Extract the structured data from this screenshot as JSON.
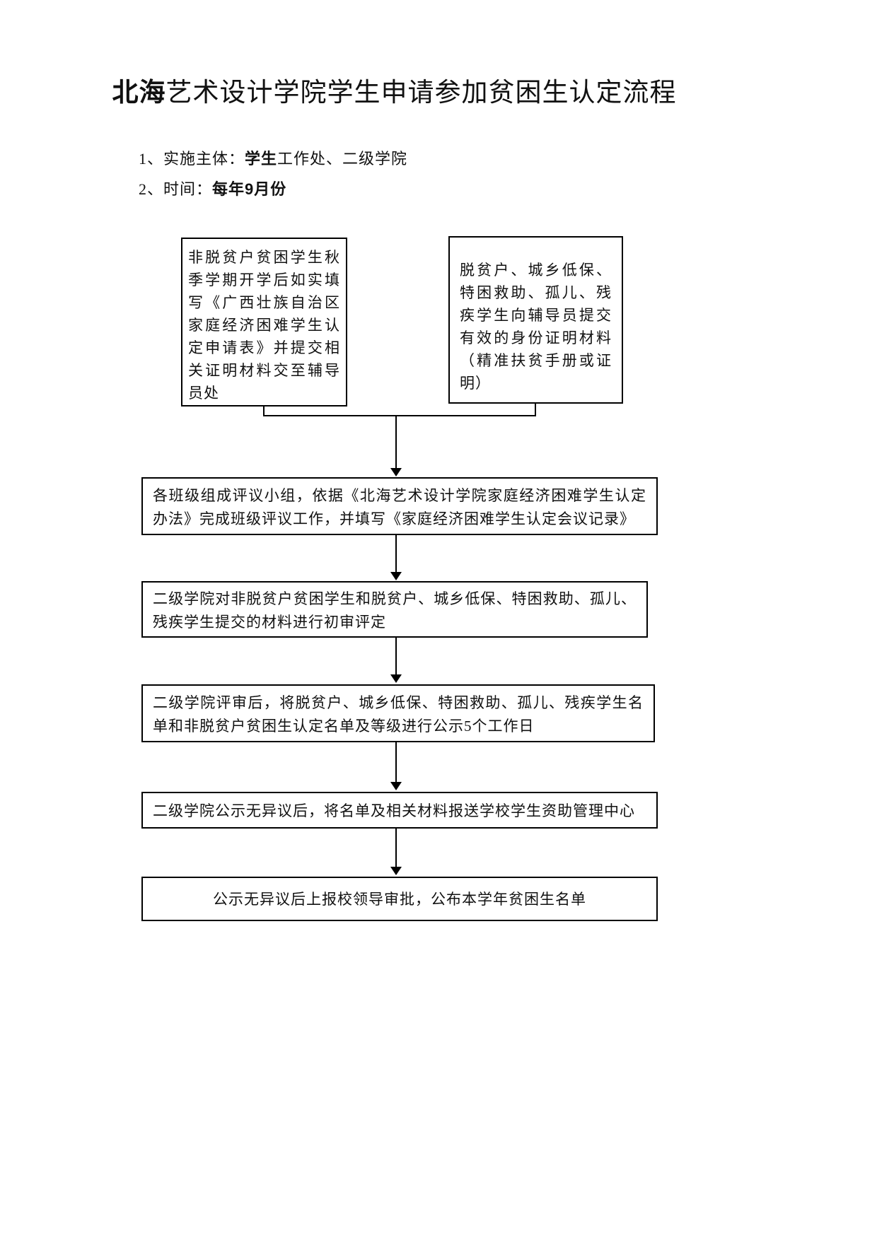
{
  "title": {
    "bold": "北海",
    "rest": "艺术设计学院学生申请参加贫困生认定流程"
  },
  "meta": {
    "item1": {
      "pre": "1、实施主体：",
      "bold": "学生",
      "post": "工作处、二级学院"
    },
    "item2": {
      "pre": "2、时间：",
      "bold": "每年9月份",
      "post": ""
    }
  },
  "flowchart": {
    "box_top_left": "非脱贫户贫困学生秋季学期开学后如实填写《广西壮族自治区家庭经济困难学生认定申请表》并提交相关证明材料交至辅导员处",
    "box_top_right": "脱贫户、城乡低保、特困救助、孤儿、残疾学生向辅导员提交有效的身份证明材料（精准扶贫手册或证明）",
    "box_class_review": "各班级组成评议小组，依据《北海艺术设计学院家庭经济困难学生认定办法》完成班级评议工作，并填写《家庭经济困难学生认定会议记录》",
    "box_college_check": "二级学院对非脱贫户贫困学生和脱贫户、城乡低保、特困救助、孤儿、残疾学生提交的材料进行初审评定",
    "box_publicity": "二级学院评审后，将脱贫户、城乡低保、特困救助、孤儿、残疾学生名单和非脱贫户贫困生认定名单及等级进行公示5个工作日",
    "box_submit": "二级学院公示无异议后，将名单及相关材料报送学校学生资助管理中心",
    "box_final": "公示无异议后上报校领导审批，公布本学年贫困生名单"
  },
  "colors": {
    "background": "#ffffff",
    "text": "#111111",
    "border": "#000000"
  }
}
